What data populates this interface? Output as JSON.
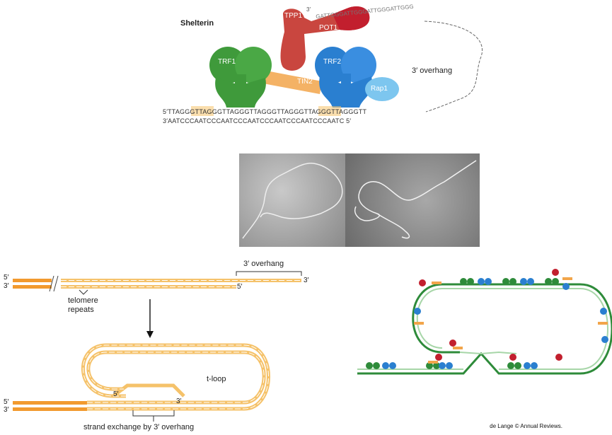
{
  "shelterin": {
    "title": "Shelterin",
    "proteins": {
      "trf1": "TRF1",
      "trf2": "TRF2",
      "tin2": "TIN2",
      "tpp1": "TPP1",
      "pot1": "POT1",
      "rap1": "Rap1"
    },
    "overhang_label": "3′ overhang",
    "overhang_seq_start": "3′",
    "overhang_seq": "GATTGGGATTGGGATTGGGATTGGG",
    "top_strand": "5′TTAGGGTTAGGGTTAGGGTTAGGGTTAGGGTTAGGGTTAGGGTT",
    "bottom_strand": "3′AATCCCAATCCCAATCCCAATCCCAATCCCAATCCCAATC 5′",
    "colors": {
      "trf1": "#3f9a3b",
      "trf2": "#2a7fd0",
      "tin2": "#f2a54a",
      "tpp1": "#c9463f",
      "pot1": "#c21f2e",
      "rap1": "#7dc6ef",
      "dna": "#f5b54a"
    }
  },
  "micrographs": {
    "left_desc_icon": "electron-micrograph-icon",
    "right_desc_icon": "electron-micrograph-icon"
  },
  "linear": {
    "label_5prime_top": "5′",
    "label_3prime_bottom": "3′",
    "overhang_label": "3′ overhang",
    "overhang_5prime": "5′",
    "overhang_3prime": "3′",
    "repeats_label_line1": "telomere",
    "repeats_label_line2": "repeats"
  },
  "tloop": {
    "label": "t-loop",
    "label_5prime": "5′",
    "label_3prime": "3′",
    "end_5prime": "5′",
    "end_3prime": "3′",
    "caption": "strand exchange by 3′ overhang"
  },
  "credit": "de Lange © Annual Reviews."
}
